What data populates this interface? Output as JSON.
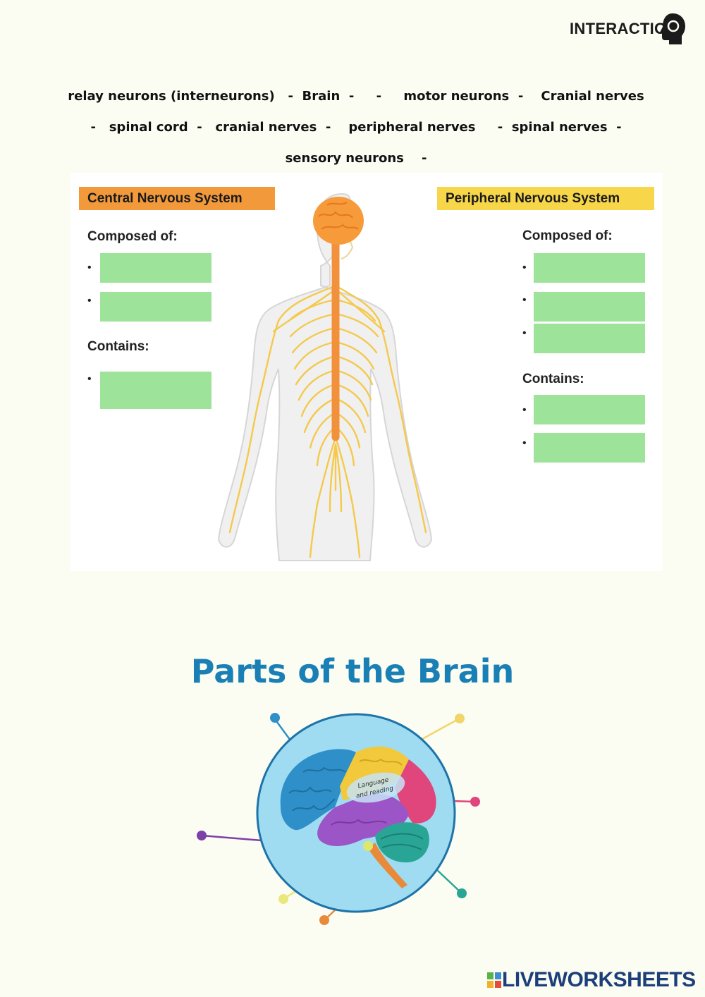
{
  "logo": {
    "text": "INTERACTION"
  },
  "word_bank": {
    "line1": [
      "relay neurons (interneurons)",
      "   -  Brain  -     -     ",
      "motor neurons",
      "  -    ",
      "Cranial nerves"
    ],
    "line2": [
      "-   ",
      "spinal cord",
      "  -   ",
      "cranial nerves",
      "  -    ",
      "peripheral nerves",
      "     -  ",
      "spinal nerves",
      "  -"
    ],
    "line3": [
      "sensory neurons",
      "    -"
    ]
  },
  "diagram": {
    "cns_header": "Central Nervous System",
    "pns_header": "Peripheral Nervous System",
    "cns": {
      "composed_label": "Composed of:",
      "contains_label": "Contains:",
      "bullet": "•"
    },
    "pns": {
      "composed_label": "Composed of:",
      "contains_label": "Contains:",
      "bullet": "•"
    },
    "colors": {
      "cns": "#f29a3b",
      "pns": "#f7d64a",
      "drop_zone": "#9ee39a"
    }
  },
  "brain_section": {
    "title": "Parts of the Brain",
    "label": [
      "Language",
      "and reading"
    ],
    "colors": {
      "title": "#1a7fb5",
      "frontal": "#2f8fc9",
      "parietal": "#f1c93b",
      "occipital": "#e0457b",
      "temporal": "#9b55c6",
      "cerebellum": "#29a596",
      "stem": "#e88a3a"
    }
  },
  "footer": {
    "brand": "LIVEWORKSHEETS"
  }
}
